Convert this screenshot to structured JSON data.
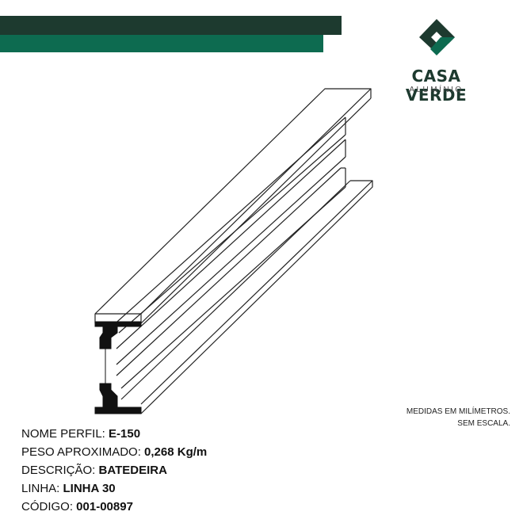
{
  "header": {
    "bar_dark_color": "#1d3a2f",
    "bar_green_color": "#0d6b50"
  },
  "logo": {
    "icon": "casa-verde-logo-icon",
    "brand_name": "CASA VERDE",
    "subtitle": "ALUMÍNIO",
    "primary_color": "#1d3a2f",
    "accent_color": "#0d6b50"
  },
  "drawing": {
    "icon": "aluminum-profile-drawing"
  },
  "note": {
    "line1": "MEDIDAS EM MILÍMETROS.",
    "line2": "SEM ESCALA."
  },
  "specs": [
    {
      "label": "NOME PERFIL: ",
      "value": "E-150"
    },
    {
      "label": "PESO APROXIMADO: ",
      "value": "0,268 Kg/m"
    },
    {
      "label": "DESCRIÇÃO: ",
      "value": "BATEDEIRA"
    },
    {
      "label": "LINHA: ",
      "value": "LINHA 30"
    },
    {
      "label": "CÓDIGO: ",
      "value": "001-00897"
    }
  ]
}
